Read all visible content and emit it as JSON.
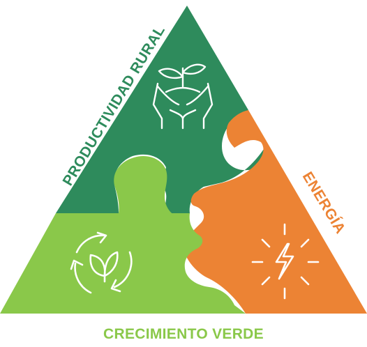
{
  "labels": {
    "rural": "PRODUCTIVIDAD RURAL",
    "energy": "ENERGÍA",
    "green": "CRECIMIENTO VERDE"
  },
  "icons": {
    "rural": "hands-holding-plant-icon",
    "energy": "lightning-bolt-icon",
    "green": "recycle-leaves-icon"
  },
  "colors": {
    "rural": "#2e8b5c",
    "energy": "#ec8334",
    "green": "#8ac84a",
    "icon": "#ffffff"
  }
}
